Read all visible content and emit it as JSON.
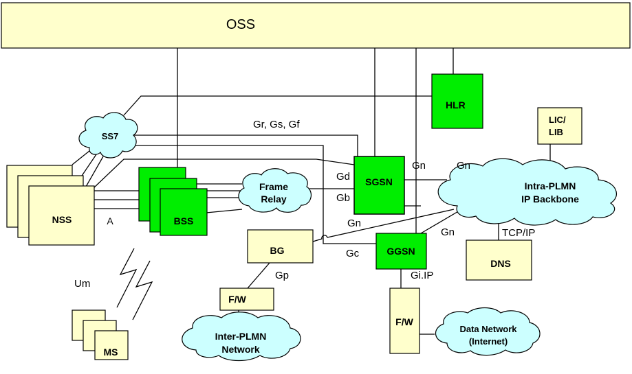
{
  "colors": {
    "beige": "#FFFFCC",
    "green": "#00EE00",
    "cloud": "#CCFFFF",
    "line": "#000000"
  },
  "nodes": {
    "oss": "OSS",
    "hlr": "HLR",
    "lic_lib_line1": "LIC/",
    "lic_lib_line2": "LIB",
    "ss7": "SS7",
    "nss": "NSS",
    "bss": "BSS",
    "frame_relay_line1": "Frame",
    "frame_relay_line2": "Relay",
    "sgsn": "SGSN",
    "ggsn": "GGSN",
    "bg": "BG",
    "fw_left": "F/W",
    "fw_right": "F/W",
    "dns": "DNS",
    "ms": "MS",
    "intra_plmn_line1": "Intra-PLMN",
    "intra_plmn_line2": "IP Backbone",
    "inter_plmn_line1": "Inter-PLMN",
    "inter_plmn_line2": "Network",
    "data_network_line1": "Data Network",
    "data_network_line2": "(Internet)"
  },
  "interfaces": {
    "gr_gs_gf": "Gr, Gs, Gf",
    "gd": "Gd",
    "gb": "Gb",
    "gn_sgsn": "Gn",
    "gn_backbone": "Gn",
    "gn_lower": "Gn",
    "gn_ggsn": "Gn",
    "gc": "Gc",
    "gp": "Gp",
    "gi_ip": "Gi.IP",
    "tcp_ip": "TCP/IP",
    "a": "A",
    "um": "Um"
  }
}
